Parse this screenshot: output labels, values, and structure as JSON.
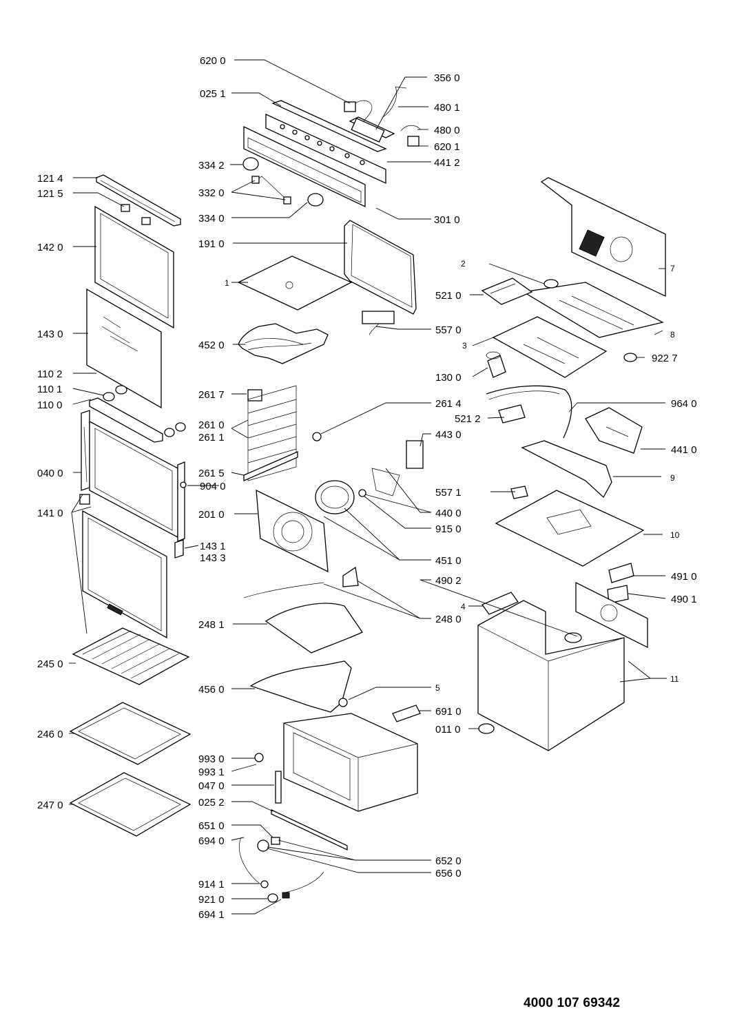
{
  "document_id": "4000 107 69342",
  "labels": {
    "l6200": "620 0",
    "l0251": "025 1",
    "l3560": "356 0",
    "l4801": "480 1",
    "l4800": "480 0",
    "l6201": "620 1",
    "l3342": "334 2",
    "l4412": "441 2",
    "l3320": "332 0",
    "l3340": "334 0",
    "l3010": "301 0",
    "l1214": "121 4",
    "l1215": "121 5",
    "l1420": "142 0",
    "l1910": "191 0",
    "l1": "1",
    "l2": "2",
    "l7": "7",
    "l5210": "521 0",
    "l1430": "143 0",
    "l4520": "452 0",
    "l5570": "557 0",
    "l3": "3",
    "l8": "8",
    "l9227": "922 7",
    "l1102": "110 2",
    "l1101": "110 1",
    "l1100": "110 0",
    "l1300": "130 0",
    "l2617": "261 7",
    "l2614": "261 4",
    "l9640": "964 0",
    "l5212": "521 2",
    "l2610": "261 0",
    "l2611": "261 1",
    "l4430": "443 0",
    "l4410": "441 0",
    "l0400": "040 0",
    "l2615": "261 5",
    "l9040": "904 0",
    "l9": "9",
    "l5571": "557 1",
    "l1410": "141 0",
    "l2010": "201 0",
    "l4400": "440 0",
    "l9150": "915 0",
    "l10": "10",
    "l1431": "143 1",
    "l1433": "143 3",
    "l4510": "451 0",
    "l4910": "491 0",
    "l4902": "490 2",
    "l4901": "490 1",
    "l4": "4",
    "l2481": "248 1",
    "l2480": "248 0",
    "l2450": "245 0",
    "l11": "11",
    "l4560": "456 0",
    "l5": "5",
    "l6910": "691 0",
    "l2460": "246 0",
    "l0110": "011 0",
    "l9930": "993 0",
    "l9931": "993 1",
    "l0470": "047 0",
    "l2470": "247 0",
    "l0252": "025 2",
    "l6510": "651 0",
    "l6940": "694 0",
    "l6520": "652 0",
    "l6560": "656 0",
    "l9141": "914 1",
    "l9210": "921 0",
    "l6941": "694 1"
  }
}
